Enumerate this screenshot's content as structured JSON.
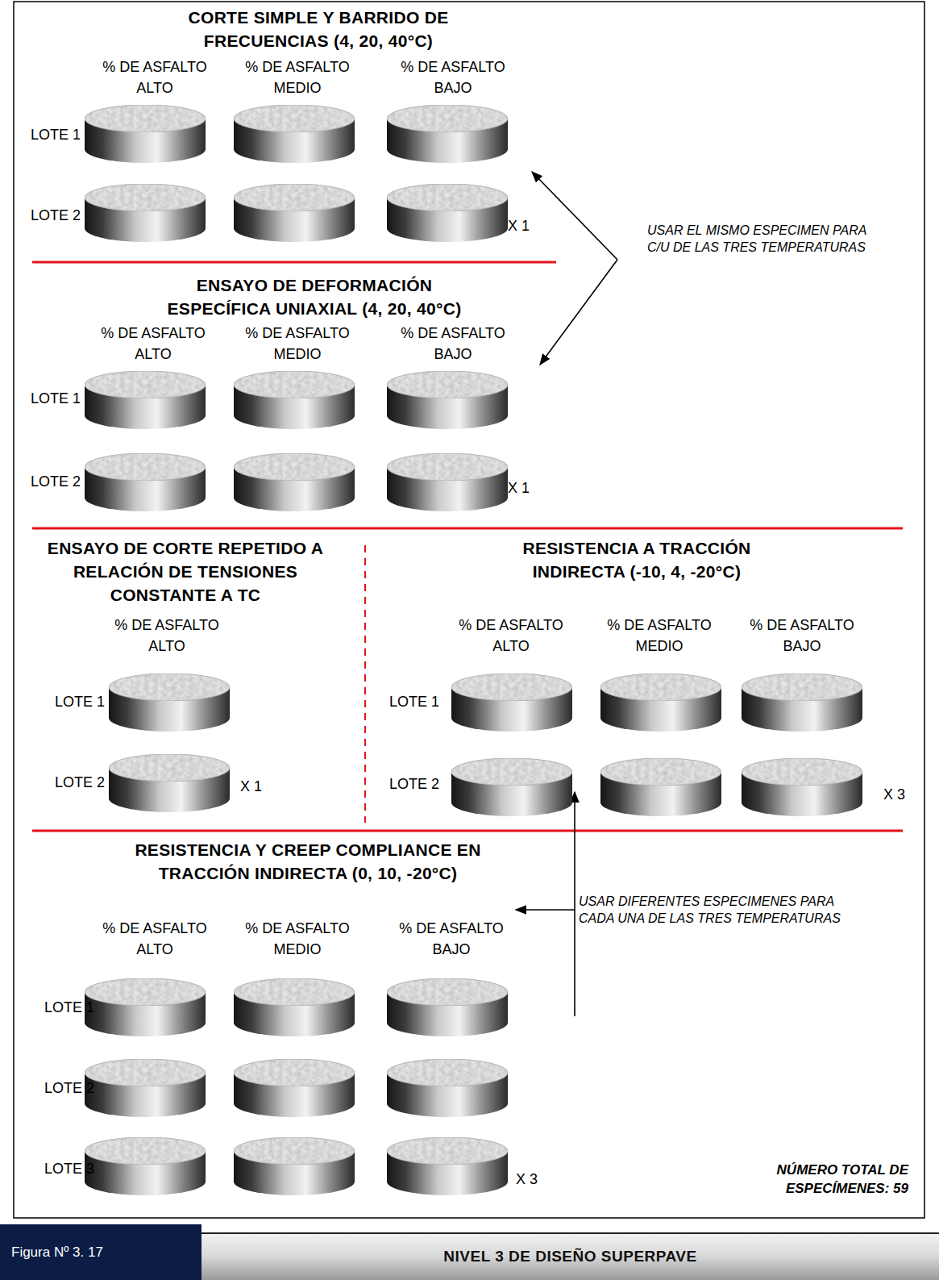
{
  "diagram": {
    "nodes": [
      {
        "text": [
          "Figura Nº 3. 17"
        ]
      },
      {
        "text": [
          "NIVEL 3 DE DISEÑO SUPERPAVE"
        ]
      }
    ],
    "labels": [
      "CORTE SIMPLE Y BARRIDO DE FRECUENCIAS (4, 20, 40°C)",
      "% DE ASFALTO ALTO",
      "% DE ASFALTO MEDIO",
      "% DE ASFALTO BAJO",
      "LOTE 1",
      "LOTE 2",
      "X 1",
      "USAR EL MISMO ESPECIMEN PARA C/U DE LAS TRES TEMPERATURAS",
      "ENSAYO DE DEFORMACIÓN ESPECÍFICA UNIAXIAL (4, 20, 40°C)",
      "% DE ASFALTO ALTO",
      "% DE ASFALTO MEDIO",
      "% DE ASFALTO BAJO",
      "LOTE 1",
      "LOTE 2",
      "X 1",
      "ENSAYO DE CORTE REPETIDO A RELACIÓN DE TENSIONES CONSTANTE A TC",
      "% DE ASFALTO ALTO",
      "LOTE 1",
      "LOTE 2",
      "X 1",
      "RESISTENCIA A TRACCIÓN INDIRECTA (-10, 4, -20°C)",
      "% DE ASFALTO ALTO",
      "% DE ASFALTO MEDIO",
      "% DE ASFALTO BAJO",
      "LOTE 1",
      "LOTE 2",
      "X 3",
      "RESISTENCIA Y CREEP COMPLIANCE EN TRACCIÓN INDIRECTA (0, 10, -20°C)",
      "% DE ASFALTO ALTO",
      "% DE ASFALTO MEDIO",
      "% DE ASFALTO BAJO",
      "LOTE 1",
      "LOTE 2",
      "LOTE 3",
      "X 3",
      "USAR DIFERENTES ESPECIMENES PARA CADA UNA DE LAS TRES TEMPERATURAS",
      "NÚMERO TOTAL DE ESPECÍMENES: 59"
    ]
  }
}
